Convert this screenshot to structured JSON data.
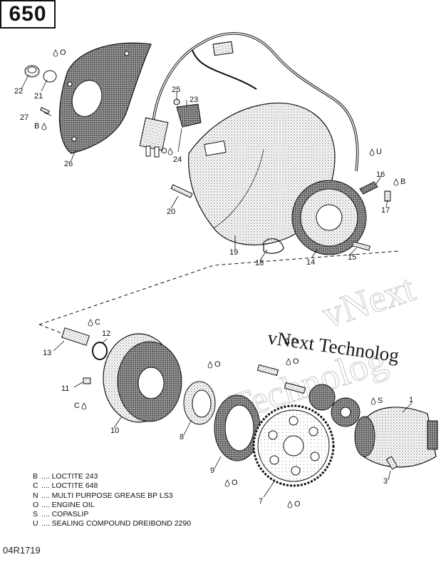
{
  "model": "650",
  "figure_ref": "04R1719",
  "watermark": {
    "main": "vNext Technolog",
    "ghost_top": "vNext",
    "ghost_bottom": "Technolog"
  },
  "callouts": [
    {
      "id": "c1",
      "text": "1"
    },
    {
      "id": "c3",
      "text": "3"
    },
    {
      "id": "c7",
      "text": "7"
    },
    {
      "id": "c8",
      "text": "8"
    },
    {
      "id": "c9",
      "text": "9"
    },
    {
      "id": "c10",
      "text": "10"
    },
    {
      "id": "c11",
      "text": "11"
    },
    {
      "id": "c12",
      "text": "12"
    },
    {
      "id": "c13",
      "text": "13"
    },
    {
      "id": "c14",
      "text": "14"
    },
    {
      "id": "c15",
      "text": "15"
    },
    {
      "id": "c16",
      "text": "16"
    },
    {
      "id": "c17",
      "text": "17"
    },
    {
      "id": "c18",
      "text": "18"
    },
    {
      "id": "c19",
      "text": "19"
    },
    {
      "id": "c20",
      "text": "20"
    },
    {
      "id": "c21",
      "text": "21"
    },
    {
      "id": "c22",
      "text": "22"
    },
    {
      "id": "c23",
      "text": "23"
    },
    {
      "id": "c24",
      "text": "24"
    },
    {
      "id": "c25",
      "text": "25"
    },
    {
      "id": "c26",
      "text": "26"
    },
    {
      "id": "c27",
      "text": "27"
    }
  ],
  "codes": [
    {
      "id": "o1",
      "text": "O"
    },
    {
      "id": "b1",
      "text": "B"
    },
    {
      "id": "o2",
      "text": "O"
    },
    {
      "id": "u1",
      "text": "U"
    },
    {
      "id": "b2",
      "text": "B"
    },
    {
      "id": "c1",
      "text": "C"
    },
    {
      "id": "c2",
      "text": "C"
    },
    {
      "id": "o3",
      "text": "O"
    },
    {
      "id": "o4",
      "text": "O"
    },
    {
      "id": "o5",
      "text": "O"
    },
    {
      "id": "s1",
      "text": "S"
    },
    {
      "id": "o6",
      "text": "O"
    },
    {
      "id": "o7",
      "text": "O"
    }
  ],
  "legend": [
    {
      "code": "B",
      "text": ".... LOCTITE 243"
    },
    {
      "code": "C",
      "text": ".... LOCTITE 648"
    },
    {
      "code": "N",
      "text": ".... MULTI PURPOSE GREASE BP LS3"
    },
    {
      "code": "O",
      "text": ".... ENGINE OIL"
    },
    {
      "code": "S",
      "text": ".... COPASLIP"
    },
    {
      "code": "U",
      "text": ".... SEALING COMPOUND DREIBOND 2290"
    }
  ]
}
